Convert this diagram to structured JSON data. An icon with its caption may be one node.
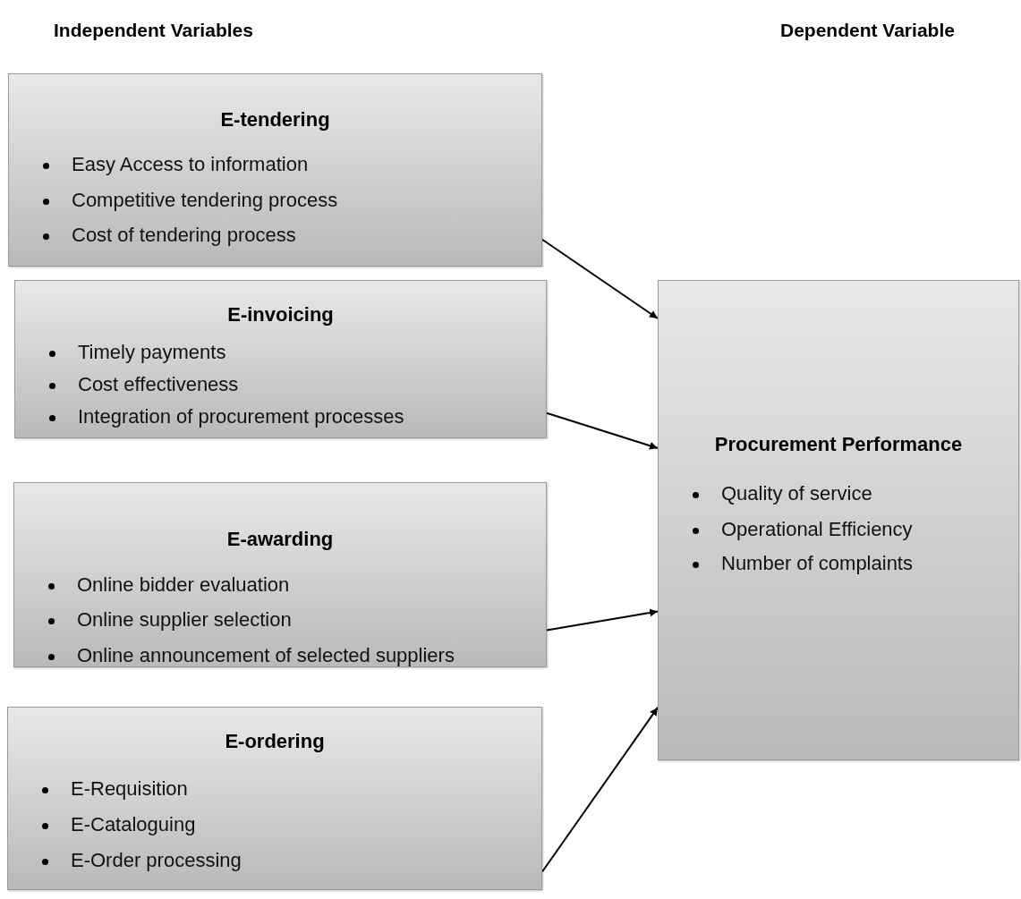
{
  "diagram": {
    "nodes": [
      {
        "text": [
          "E-tendering",
          "Easy Access to information",
          "Competitive tendering process",
          "Cost of tendering process"
        ]
      },
      {
        "text": [
          "E-invoicing",
          "Timely payments",
          "Cost effectiveness",
          "Integration of procurement processes"
        ]
      },
      {
        "text": [
          "E-awarding",
          "Online bidder evaluation",
          "Online supplier selection",
          "Online announcement of selected suppliers"
        ]
      },
      {
        "text": [
          "E-ordering",
          "E-Requisition",
          "E-Cataloguing",
          "E-Order processing"
        ]
      },
      {
        "text": [
          "Procurement Performance",
          "Quality of service",
          "Operational Efficiency",
          "Number of complaints"
        ]
      }
    ],
    "edges": [
      {
        "from": 0,
        "to": 4,
        "arrow": "to"
      },
      {
        "from": 1,
        "to": 4,
        "arrow": "to"
      },
      {
        "from": 2,
        "to": 4,
        "arrow": "to"
      },
      {
        "from": 3,
        "to": 4,
        "arrow": "to"
      }
    ],
    "labels": [
      "Independent Variables",
      "Dependent Variable"
    ]
  }
}
